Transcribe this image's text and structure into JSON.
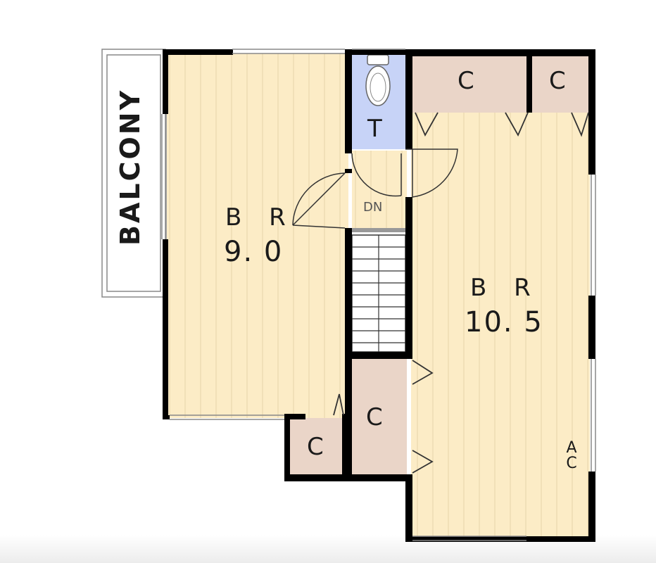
{
  "balcony": {
    "label": "BALCONY"
  },
  "rooms": {
    "bedroom_left": {
      "name": "B R",
      "size": "9. 0"
    },
    "bedroom_right": {
      "name": "B R",
      "size": "10. 5"
    },
    "toilet": {
      "label": "T"
    }
  },
  "closets": {
    "top_1": "C",
    "top_2": "C",
    "mid": "C",
    "bottom": "C"
  },
  "stairs": {
    "label": "DN"
  },
  "ac": {
    "label": "A C"
  },
  "colors": {
    "floor": "#fcecc6",
    "floor_line": "#ead8b0",
    "closet": "#ead5c8",
    "toilet": "#c7d3f7",
    "wall": "#000000"
  }
}
